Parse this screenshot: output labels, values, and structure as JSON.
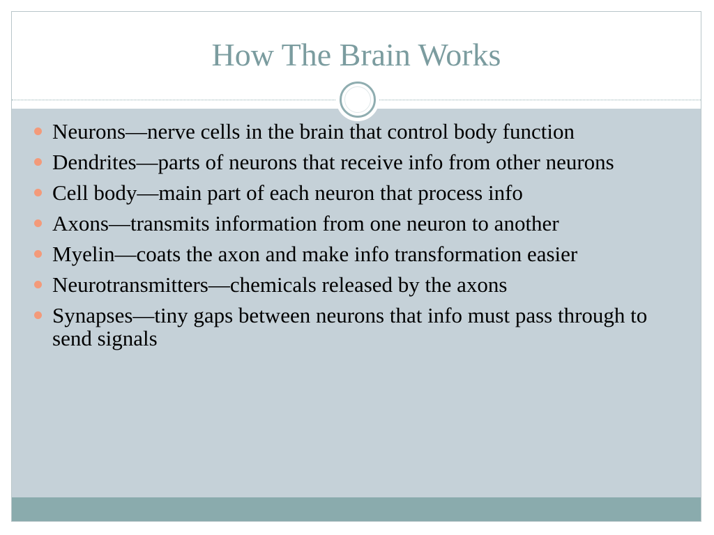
{
  "slide": {
    "title": "How The Brain Works",
    "bullets": [
      "Neurons—nerve cells in the brain that control body function",
      "Dendrites—parts of neurons that receive info from other neurons",
      "Cell body—main part of each neuron that process info",
      "Axons—transmits information from one neuron to another",
      "Myelin—coats the axon and make info transformation easier",
      "Neurotransmitters—chemicals released by the axons",
      "Synapses—tiny gaps between neurons that info must pass through to send signals"
    ]
  },
  "colors": {
    "title": "#7b9c9f",
    "content_background": "#c5d1d8",
    "bullet": "#f39a7a",
    "footer": "#8aabad",
    "ornament_ring": "#8fadb0"
  },
  "icons": {
    "bullet": "bullet-dot-icon",
    "ornament": "circle-ornament-icon"
  }
}
